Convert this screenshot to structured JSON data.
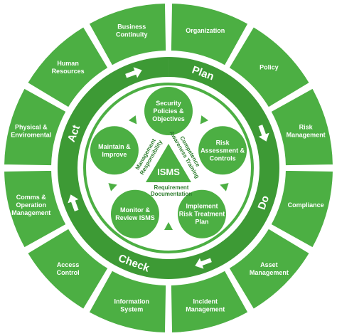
{
  "colors": {
    "green": "#4caf43",
    "dark_green": "#3d9a35",
    "white": "#ffffff",
    "text_dark": "#2f7d2f"
  },
  "outer_segments": [
    {
      "label": [
        "Organization"
      ]
    },
    {
      "label": [
        "Policy"
      ]
    },
    {
      "label": [
        "Risk",
        "Management"
      ]
    },
    {
      "label": [
        "Compliance"
      ]
    },
    {
      "label": [
        "Asset",
        "Management"
      ]
    },
    {
      "label": [
        "Incident",
        "Management"
      ]
    },
    {
      "label": [
        "Information",
        "System"
      ]
    },
    {
      "label": [
        "Access",
        "Control"
      ]
    },
    {
      "label": [
        "Comms &",
        "Operation",
        "Management"
      ]
    },
    {
      "label": [
        "Physical &",
        "Enviromental"
      ]
    },
    {
      "label": [
        "Human",
        "Resources"
      ]
    },
    {
      "label": [
        "Business",
        "Continuity"
      ]
    }
  ],
  "phases": {
    "plan": "Plan",
    "do": "Do",
    "check": "Check",
    "act": "Act"
  },
  "inner_circles": [
    {
      "label": [
        "Security",
        "Policies &",
        "Objectives"
      ]
    },
    {
      "label": [
        "Risk",
        "Assessment &",
        "Controls"
      ]
    },
    {
      "label": [
        "Implement",
        "Risk Treatment",
        "Plan"
      ]
    },
    {
      "label": [
        "Monitor &",
        "Review ISMS"
      ]
    },
    {
      "label": [
        "Maintain &",
        "Improve"
      ]
    }
  ],
  "center": {
    "title": "ISMS",
    "left_side": [
      "Management",
      "Responsibility"
    ],
    "right_side": [
      "Competence",
      "Awareness Training"
    ],
    "bottom_side": [
      "Requirement",
      "Documentation"
    ]
  }
}
